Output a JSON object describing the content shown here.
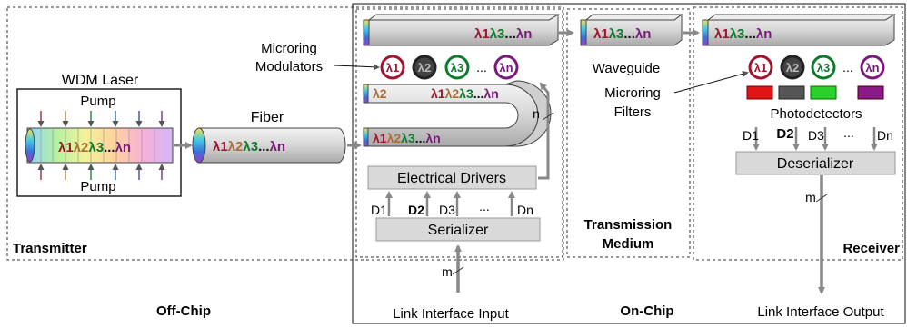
{
  "colors": {
    "l1": "#a0142e",
    "l2": "#a7703a",
    "l3": "#0f7a2e",
    "ln": "#7a1a7a",
    "box": "#d9d9d9",
    "pipe": "#dcdcdc",
    "wg_end": "#4a8cd8"
  },
  "sections": {
    "transmitter": "Transmitter",
    "transmission_medium_1": "Transmission",
    "transmission_medium_2": "Medium",
    "receiver": "Receiver",
    "off_chip": "Off-Chip",
    "on_chip": "On-Chip"
  },
  "laser": {
    "title": "WDM Laser",
    "pump_top": "Pump",
    "pump_bottom": "Pump",
    "wavelengths": [
      "λ1",
      "λ2",
      "λ3",
      "...",
      "λn"
    ]
  },
  "fiber": {
    "label": "Fiber",
    "wavelengths": [
      "λ1",
      "λ2",
      "λ3",
      "...",
      "λn"
    ]
  },
  "modulators": {
    "label_line1": "Microring",
    "label_line2": "Modulators",
    "rings": [
      "λ1",
      "λ2",
      "λ3",
      "...",
      "λn"
    ],
    "top_wg": [
      "λ1",
      "λ3",
      "...",
      "λn"
    ],
    "mid_wg_left": "λ2",
    "mid_wg_right": [
      "λ1",
      "λ2",
      "λ3",
      "...",
      "λn"
    ],
    "bottom_wg": [
      "λ1",
      "λ2",
      "λ3",
      "...",
      "λn"
    ],
    "bus_width": "n"
  },
  "tx_blocks": {
    "drivers": "Electrical  Drivers",
    "serializer": "Serializer",
    "inputs": [
      "D1",
      "D2",
      "D3",
      "...",
      "Dn"
    ],
    "input_width": "m",
    "input_label": "Link Interface Input"
  },
  "waveguide": {
    "label": "Waveguide",
    "wavelengths": [
      "λ1",
      "λ3",
      "...",
      "λn"
    ]
  },
  "filters": {
    "label_line1": "Microring",
    "label_line2": "Filters",
    "rings": [
      "λ1",
      "λ2",
      "λ3",
      "...",
      "λn"
    ],
    "wg_wavelengths": [
      "λ1",
      "λ3",
      "...",
      "λn"
    ]
  },
  "rx_blocks": {
    "photodetectors": "Photodetectors",
    "outputs": [
      "D1",
      "D2",
      "D3",
      "...",
      "Dn"
    ],
    "deserializer": "Deserializer",
    "output_width": "m",
    "output_label": "Link Interface Output"
  }
}
